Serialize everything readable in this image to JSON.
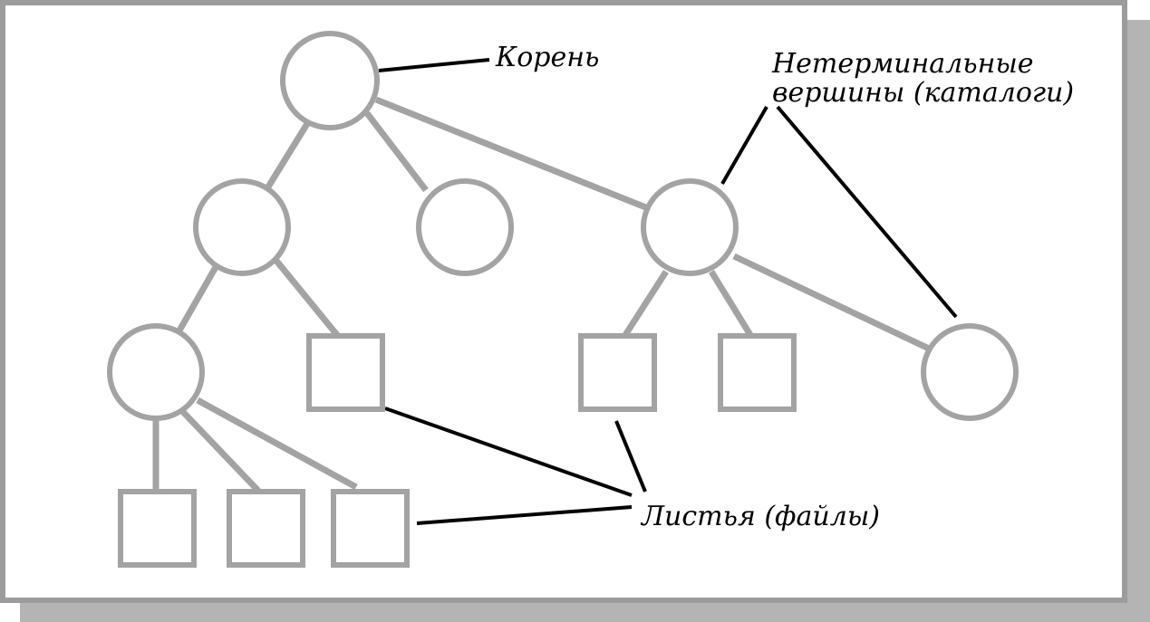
{
  "labels": {
    "root": "Корень",
    "nonterminal_line1": "Нетерминальные",
    "nonterminal_line2": "вершины (каталоги)",
    "leaves": "Листья (файлы)"
  },
  "colors": {
    "node_stroke": "#a3a3a3",
    "edge": "#a3a3a3",
    "pointer": "#000000",
    "frame": "#9c9c9c",
    "shadow": "#b4b4b4",
    "background": "#ffffff"
  }
}
